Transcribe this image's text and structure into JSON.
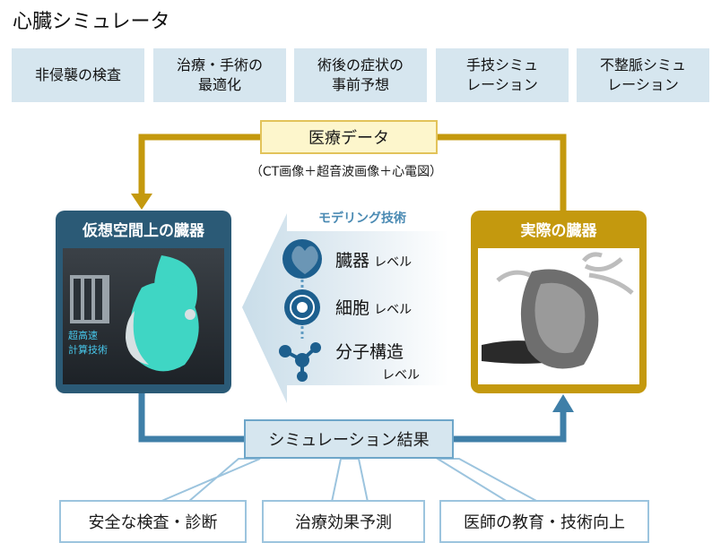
{
  "title": "心臓シミュレータ",
  "top_boxes": [
    "非侵襲の検査",
    "治療・手術の\n最適化",
    "術後の症状の\n事前予想",
    "手技シミュ\nレーション",
    "不整脈シミュ\nレーション"
  ],
  "medical_data": {
    "label": "医療データ",
    "sub": "（CT画像＋超音波画像＋心電図）"
  },
  "virtual_organ": {
    "title": "仮想空間上の臓器",
    "super_label_1": "超高速",
    "super_label_2": "計算技術"
  },
  "real_organ": {
    "title": "実際の臓器"
  },
  "modeling": {
    "title": "モデリング技術",
    "levels": [
      {
        "name": "臓器",
        "suffix": "レベル"
      },
      {
        "name": "細胞",
        "suffix": "レベル"
      },
      {
        "name": "分子構造",
        "suffix": "レベル"
      }
    ]
  },
  "simulation_result": "シミュレーション結果",
  "outcomes": [
    "安全な検査・診断",
    "治療効果予測",
    "医師の教育・技術向上"
  ],
  "colors": {
    "gold": "#c4990e",
    "navy": "#2b5a76",
    "blue_arrow": "#3f7fa8",
    "light_blue": "#d6e6ef",
    "heart_cyan": "#3fd6c4"
  }
}
